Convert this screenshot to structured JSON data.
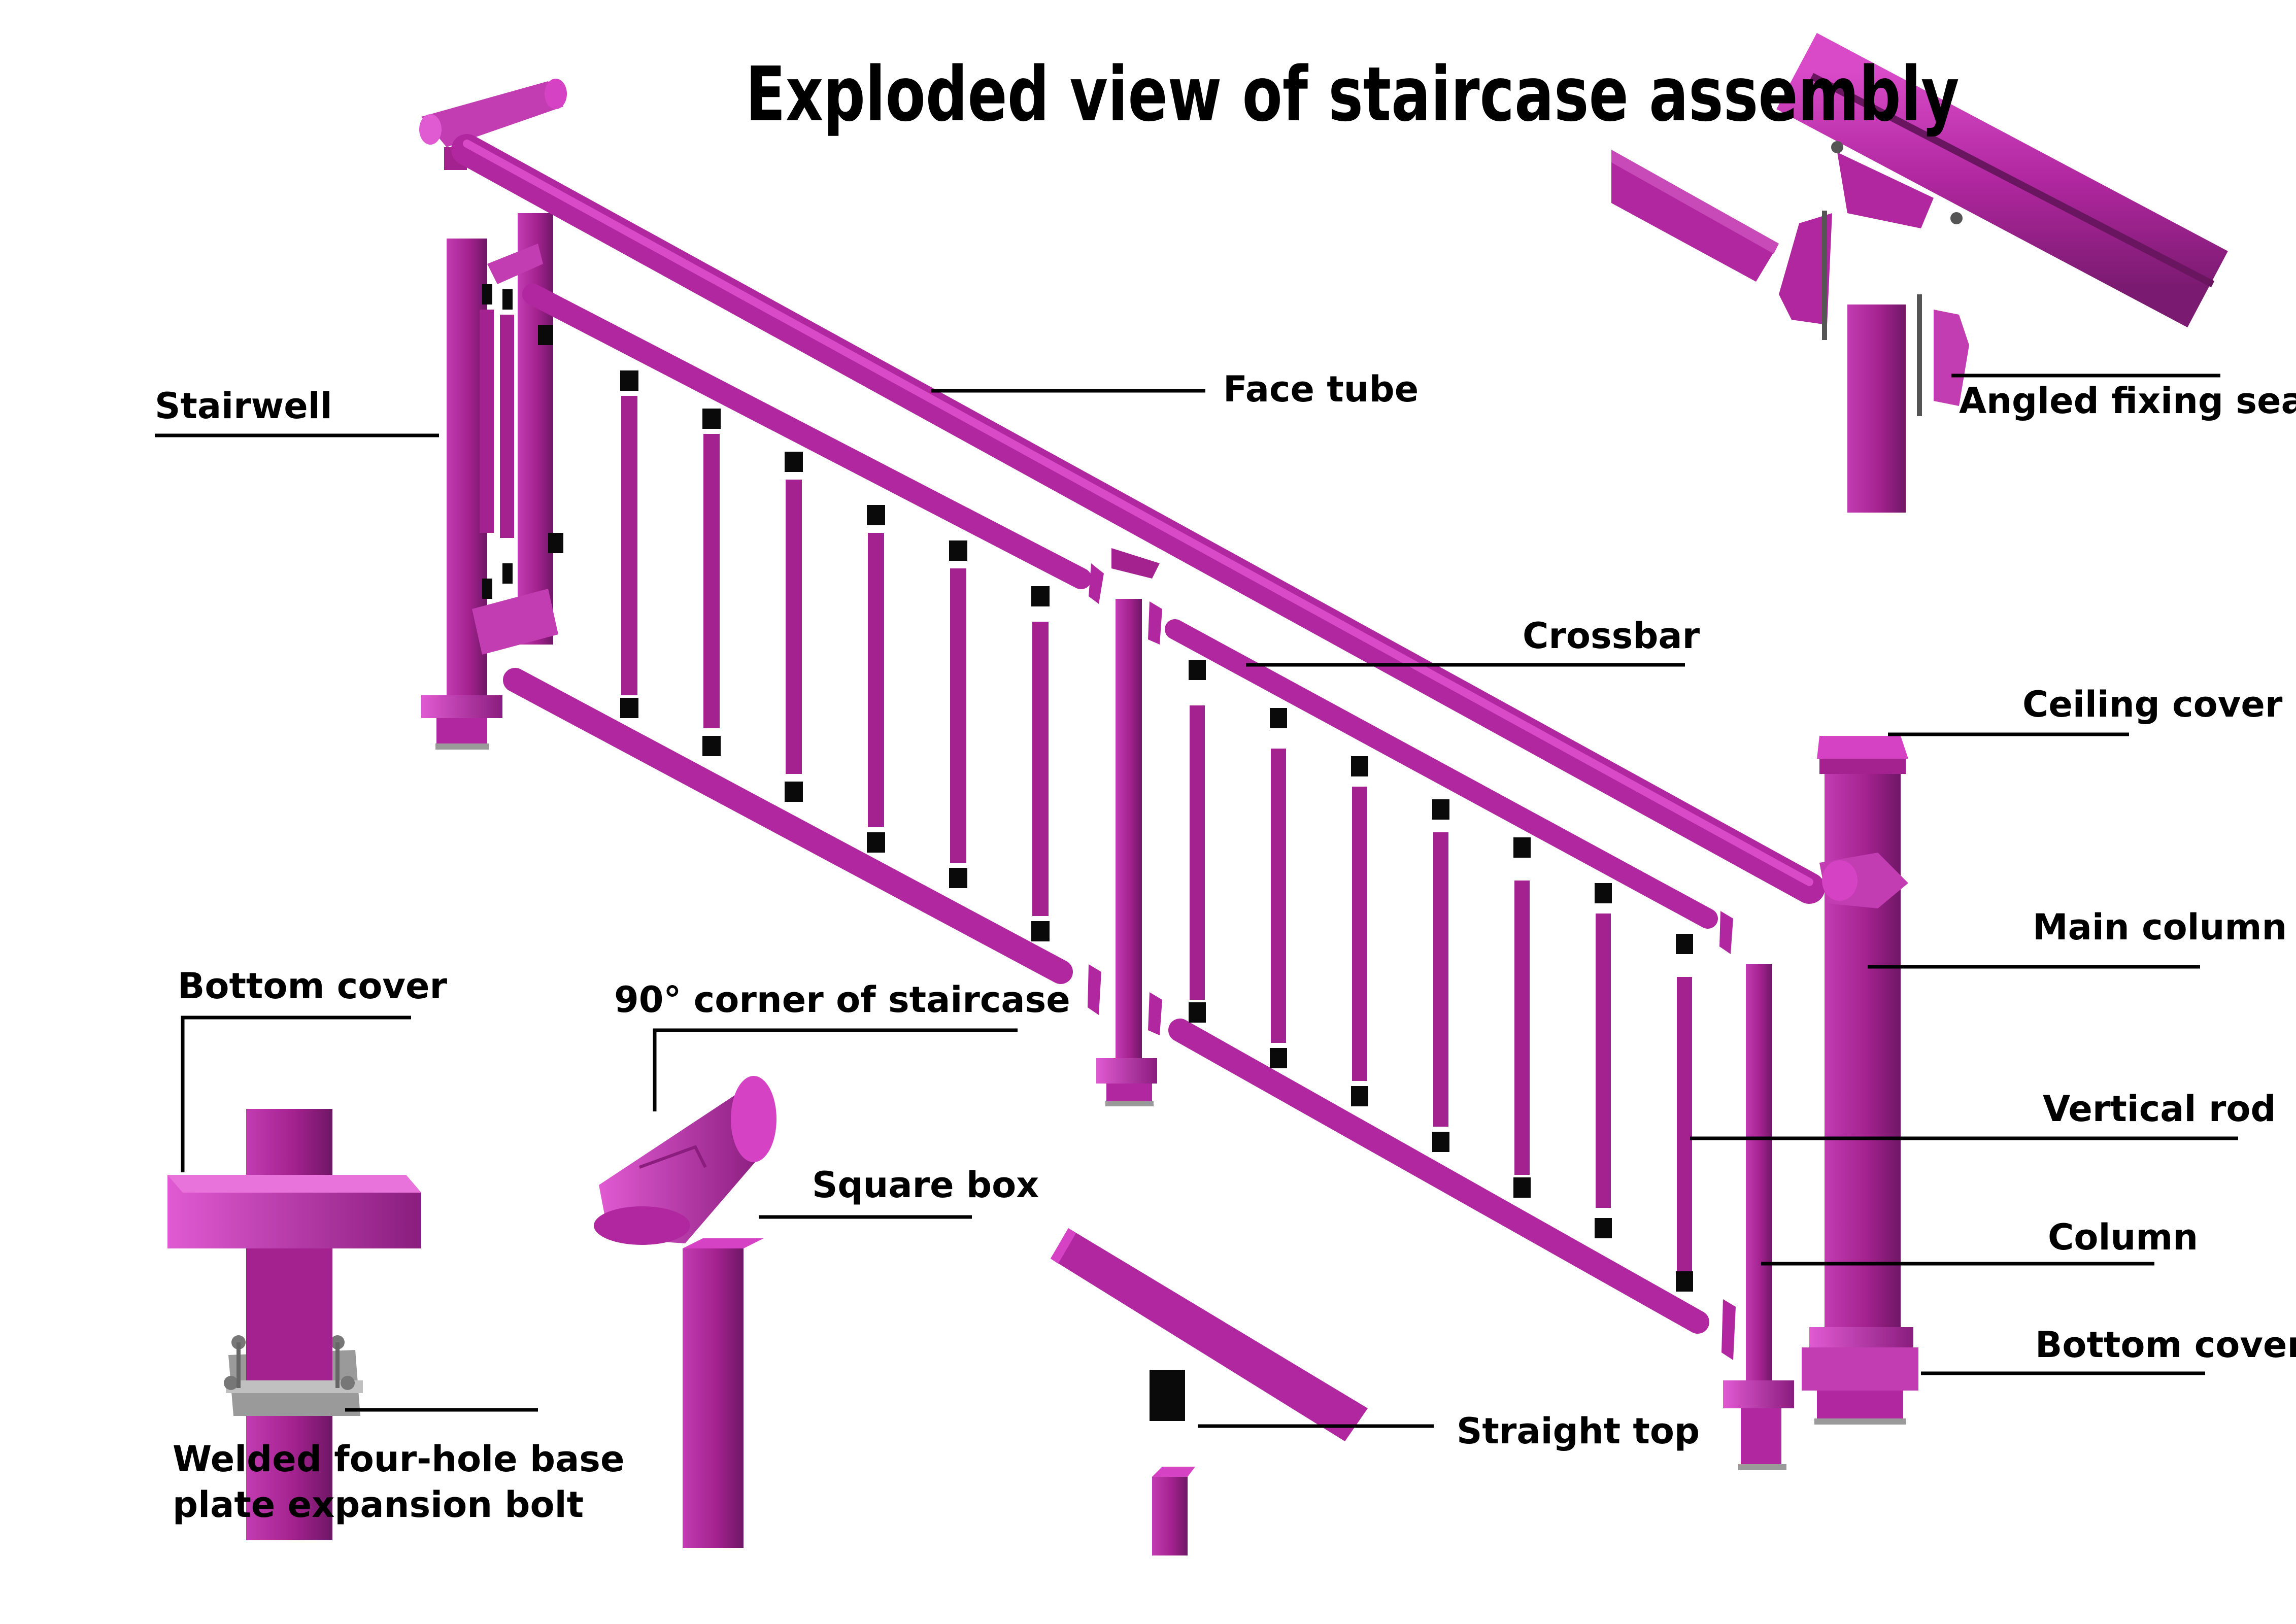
{
  "title": "Exploded view of staircase assembly",
  "labels": {
    "stairwell": "Stairwell",
    "face_tube": "Face tube",
    "angled_fixing_seat": "Angled fixing seat",
    "crossbar": "Crossbar",
    "ceiling_cover": "Ceiling cover",
    "main_column": "Main column",
    "vertical_rod": "Vertical rod",
    "column": "Column",
    "bottom_cover_right": "Bottom cover",
    "bottom_cover_left": "Bottom cover",
    "corner_90": "90° corner of staircase",
    "square_box": "Square box",
    "straight_top": "Straight top",
    "base_plate_line1": "Welded four-hole base",
    "base_plate_line2": "plate expansion bolt"
  },
  "colors": {
    "part_main": "#b0279f",
    "part_light": "#d642c4",
    "part_dark": "#7a1a70",
    "cap": "#0a0a0a",
    "leader": "#000000",
    "bolt": "#9a9a9a"
  }
}
